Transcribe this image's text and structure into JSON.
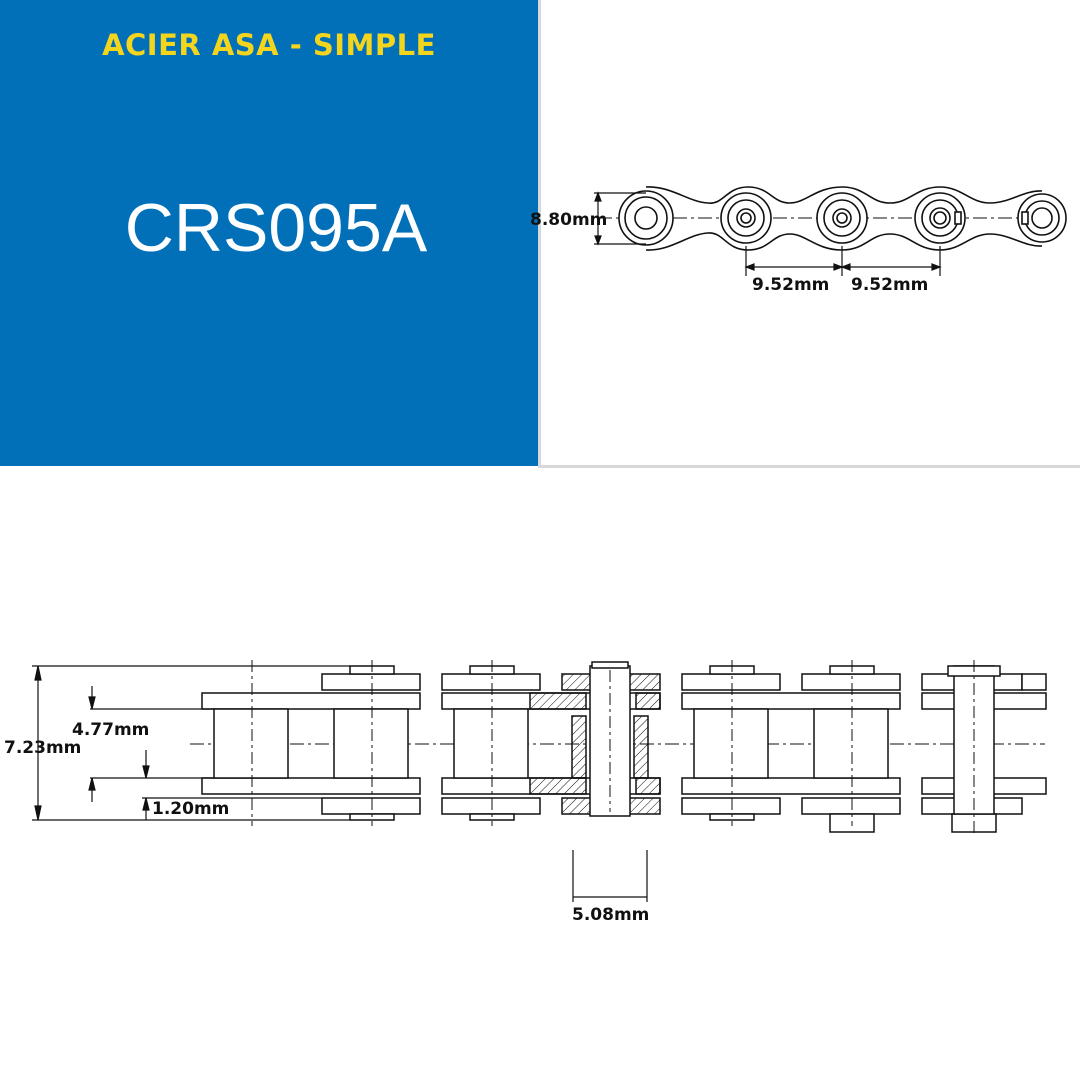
{
  "header": {
    "series": "ACIER ASA - SIMPLE",
    "model": "CRS095A"
  },
  "dimensions": {
    "height": "8.80mm",
    "pitch_left": "9.52mm",
    "pitch_right": "9.52mm",
    "pin_length": "7.23mm",
    "inner_width": "4.77mm",
    "plate_thickness": "1.20mm",
    "roller_diameter": "5.08mm"
  },
  "colors": {
    "panel": "#0270b9",
    "series_text": "#f4d51d",
    "model_text": "#ffffff",
    "line": "#111111"
  }
}
